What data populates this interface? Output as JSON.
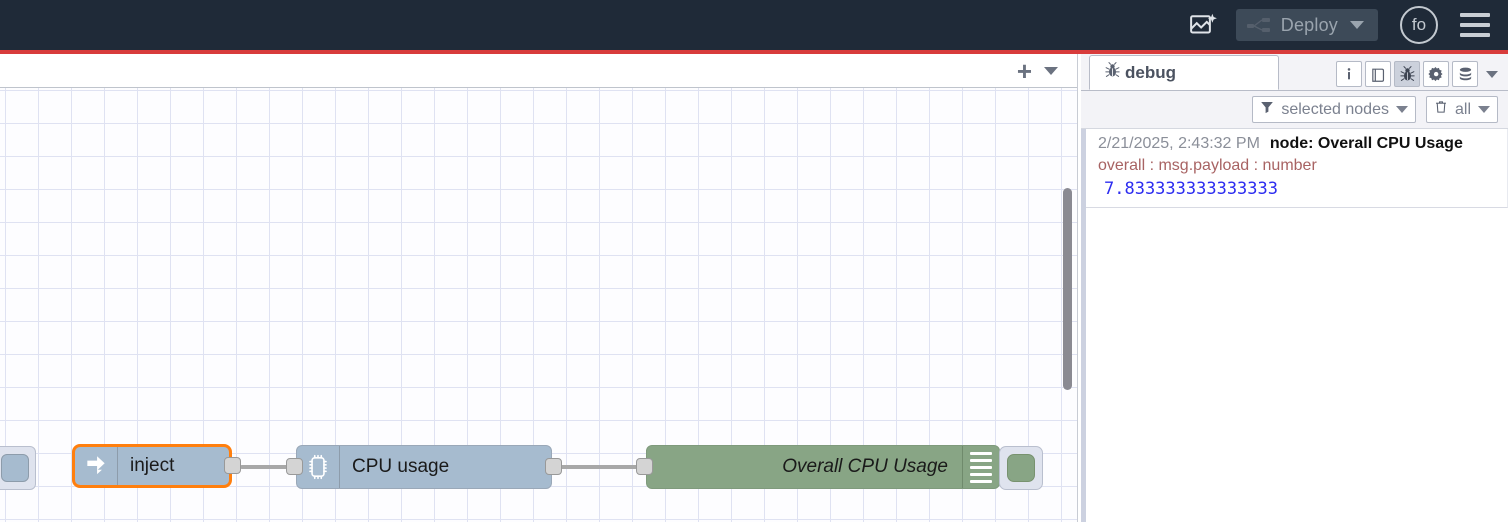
{
  "header": {
    "logo_icon": "node-red-sparkle-icon",
    "deploy": {
      "icon": "deploy-flow-icon",
      "label": "Deploy",
      "caret_icon": "chevron-down-icon"
    },
    "user_avatar": "fo",
    "menu_icon": "hamburger-menu-icon",
    "bg_color": "#1f2a38",
    "accent_color": "#d83c3c"
  },
  "workspace_toolbar": {
    "add_tab_label": "+",
    "add_tab_icon": "plus-icon",
    "tab_menu_icon": "chevron-down-icon"
  },
  "canvas": {
    "grid_color": "#dfe2f2",
    "background": "#fdfdff",
    "nodes": [
      {
        "id": "stub",
        "name": "offscreen-node",
        "label": "",
        "type": "partial",
        "color": "#a6bbcf"
      },
      {
        "id": "inject",
        "name": "inject-node",
        "label": "inject",
        "icon": "inject-arrow-icon",
        "color": "#a6bbcf",
        "selected": true
      },
      {
        "id": "cpu",
        "name": "cpu-usage-node",
        "label": "CPU usage",
        "icon": "microchip-icon",
        "color": "#a6bbcf",
        "selected": false
      },
      {
        "id": "debug",
        "name": "debug-node",
        "label": "Overall CPU Usage",
        "icon": "debug-lines-icon",
        "color": "#88a585",
        "selected": false
      }
    ]
  },
  "sidebar": {
    "tab": {
      "label": "debug",
      "icon": "bug-icon"
    },
    "tools": [
      {
        "name": "info-tab-button",
        "icon": "info-icon",
        "glyph": "i",
        "active": false
      },
      {
        "name": "help-tab-button",
        "icon": "book-icon",
        "glyph": "book",
        "active": false
      },
      {
        "name": "debug-tab-button",
        "icon": "bug-icon",
        "glyph": "bug",
        "active": true
      },
      {
        "name": "config-tab-button",
        "icon": "gear-icon",
        "glyph": "gear",
        "active": false
      },
      {
        "name": "context-tab-button",
        "icon": "database-stack-icon",
        "glyph": "db",
        "active": false
      }
    ],
    "tools_more_icon": "chevron-down-icon",
    "filters": {
      "node_filter": {
        "icon": "funnel-icon",
        "label": "selected nodes",
        "caret_icon": "chevron-down-icon"
      },
      "clear_filter": {
        "icon": "trash-icon",
        "label": "all",
        "caret_icon": "chevron-down-icon"
      }
    },
    "messages": [
      {
        "timestamp": "2/21/2025, 2:43:32 PM",
        "source": "node: Overall CPU Usage",
        "topic": "overall : msg.payload : number",
        "value": "7.833333333333333"
      }
    ]
  }
}
